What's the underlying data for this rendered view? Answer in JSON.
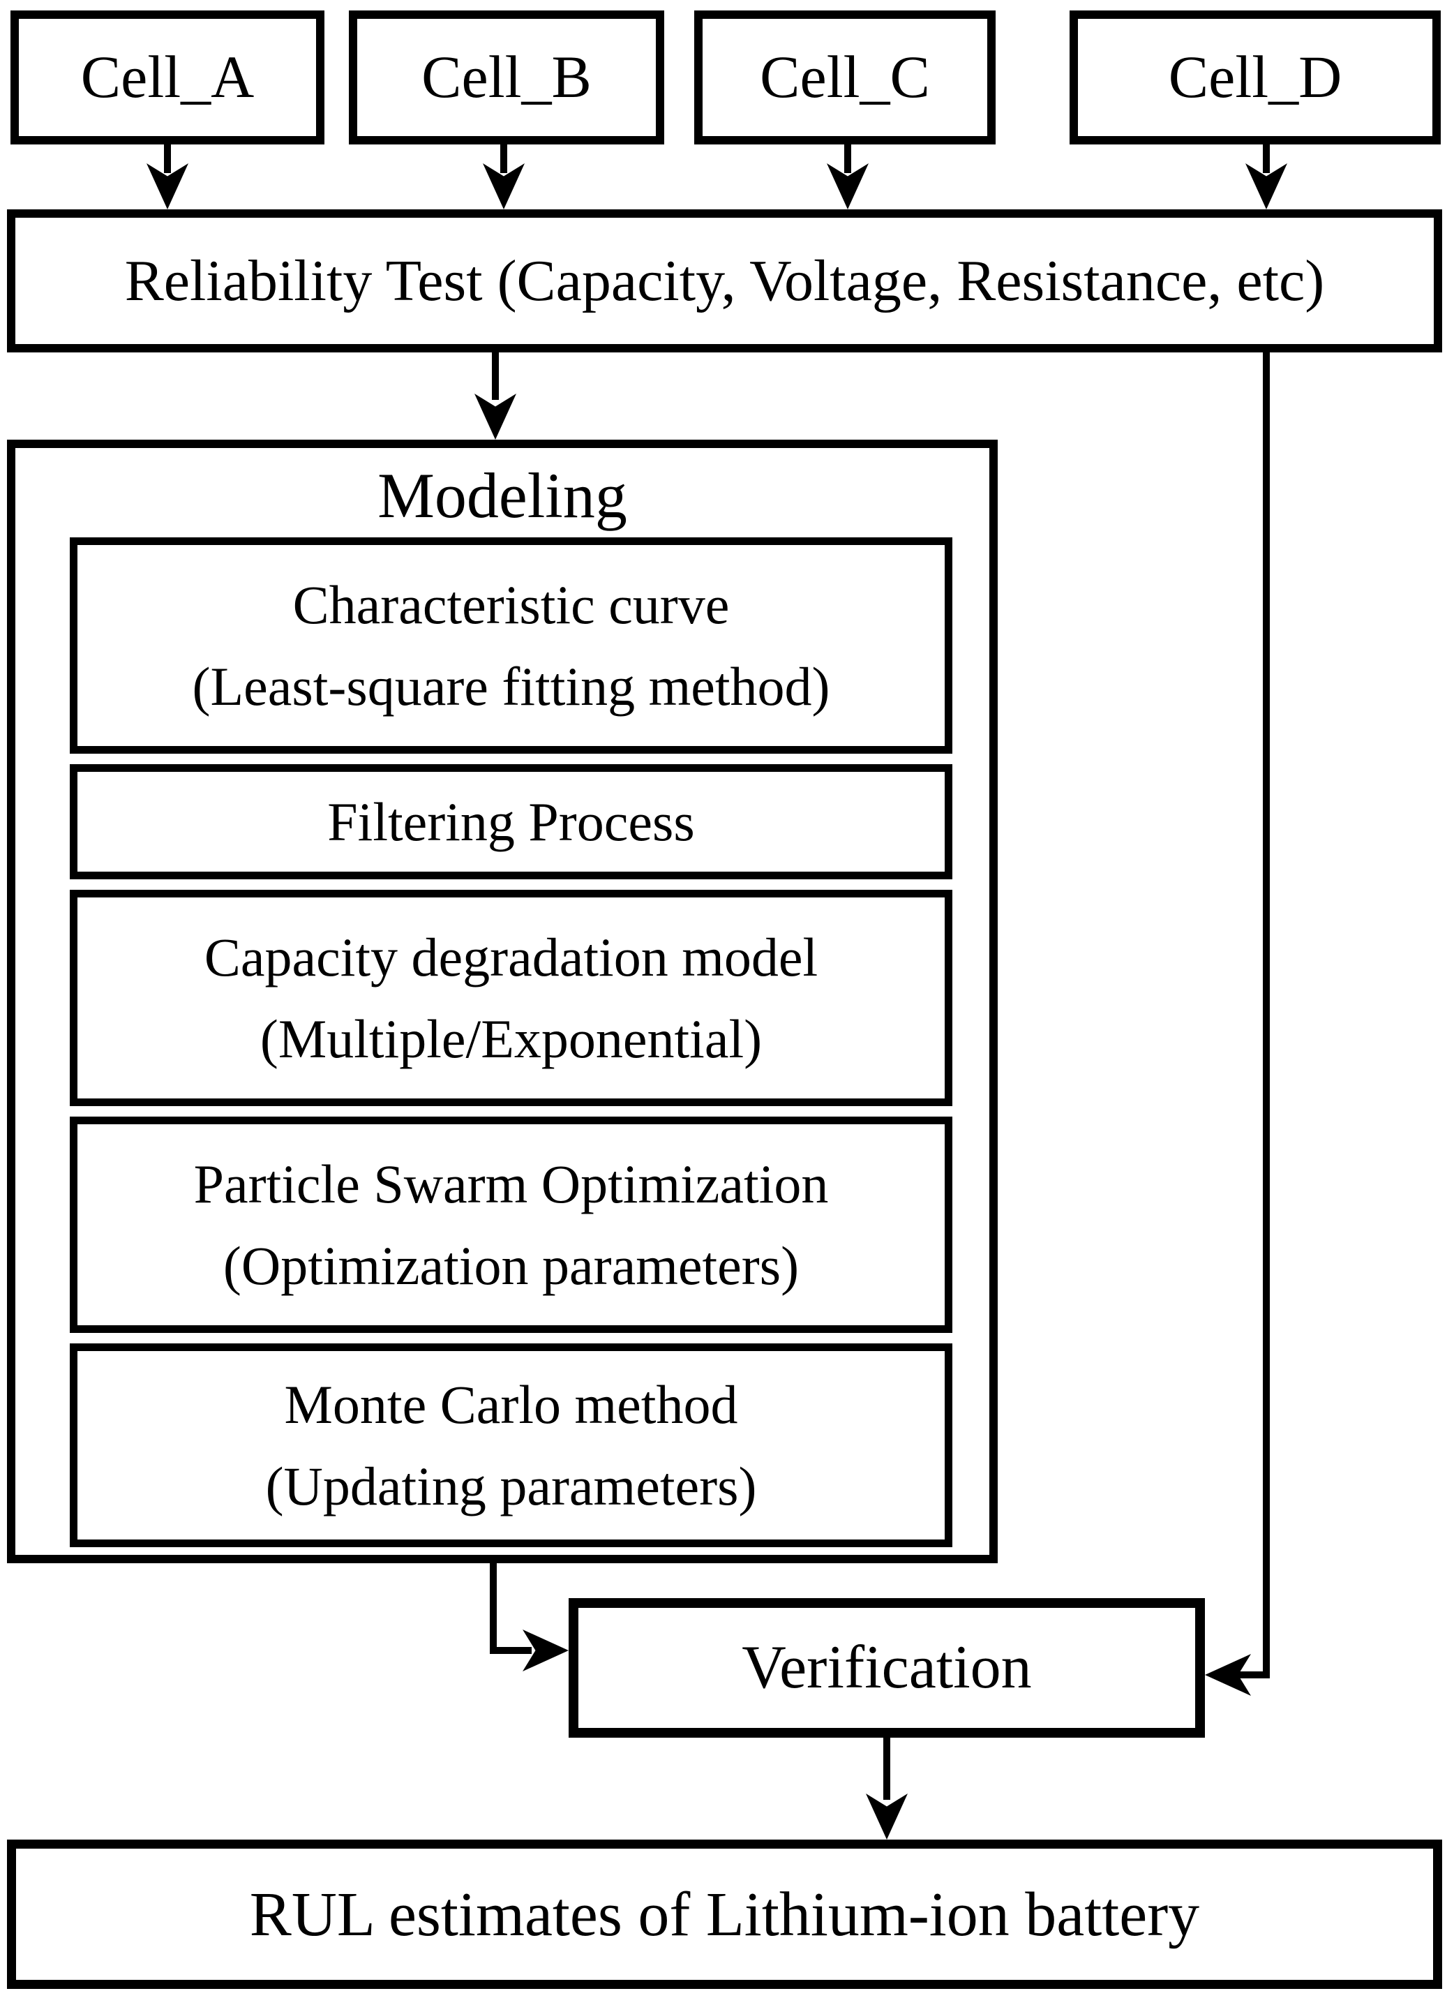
{
  "diagram": {
    "colors": {
      "stroke": "#000000",
      "background": "#ffffff"
    },
    "cells": [
      {
        "label": "Cell_A"
      },
      {
        "label": "Cell_B"
      },
      {
        "label": "Cell_C"
      },
      {
        "label": "Cell_D"
      }
    ],
    "reliability": {
      "label": "Reliability Test (Capacity, Voltage, Resistance, etc)"
    },
    "modeling": {
      "title": "Modeling",
      "steps": [
        {
          "line1": "Characteristic curve",
          "line2": "(Least-square fitting method)"
        },
        {
          "line1": "Filtering Process",
          "line2": ""
        },
        {
          "line1": "Capacity degradation model",
          "line2": "(Multiple/Exponential)"
        },
        {
          "line1": "Particle Swarm Optimization",
          "line2": "(Optimization parameters)"
        },
        {
          "line1": "Monte Carlo method",
          "line2": "(Updating parameters)"
        }
      ]
    },
    "verification": {
      "label": "Verification"
    },
    "rul": {
      "label": "RUL estimates of Lithium-ion battery"
    }
  }
}
